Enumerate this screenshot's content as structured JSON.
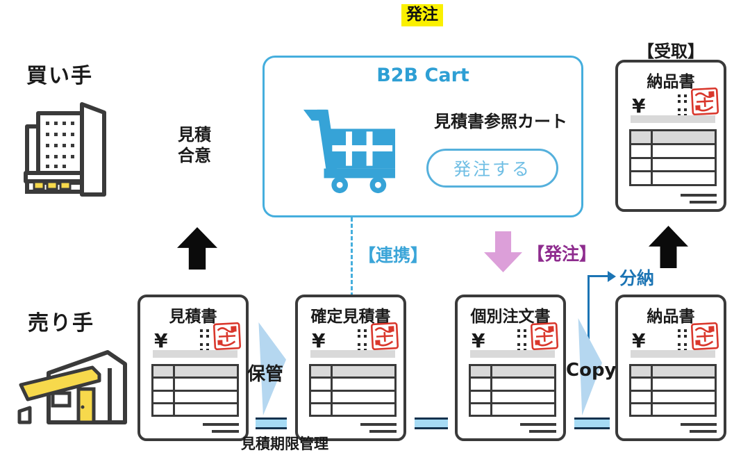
{
  "labels": {
    "order_highlight": "発注",
    "buyer": "買い手",
    "seller": "売り手",
    "quote_line1": "見積",
    "quote_line2": "合意",
    "receive": "【受取】",
    "link": "【連携】",
    "order_arrow": "【発注】",
    "partial_delivery": "分納",
    "storage": "保管",
    "copy": "Copy",
    "quote_deadline_management": "見積期限管理"
  },
  "b2b_cart": {
    "title": "B2B Cart",
    "caption": "見積書参照カート",
    "button_label": "発注する"
  },
  "documents": [
    {
      "title": "見積書",
      "currency": "¥"
    },
    {
      "title": "確定見積書",
      "currency": "¥"
    },
    {
      "title": "個別注文書",
      "currency": "¥"
    },
    {
      "title": "納品書",
      "currency": "¥"
    },
    {
      "title": "納品書",
      "currency": "¥"
    }
  ],
  "colors": {
    "accent_blue": "#3ba5d8",
    "button_text_blue": "#6fbee4",
    "bar_fill_blue": "#a6dbf5",
    "triangle_blue": "#b5d7f0",
    "navy": "#14324e",
    "elbow_blue": "#1b74b4",
    "pink_arrow": "#dc9fd9",
    "purple": "#8e2c8e",
    "highlight_yellow": "#faf000",
    "icon_yellow": "#f7d94c",
    "doc_border_gray": "#3a3a3a",
    "stamp_red": "#d9372c",
    "black": "#0b0b0b"
  }
}
